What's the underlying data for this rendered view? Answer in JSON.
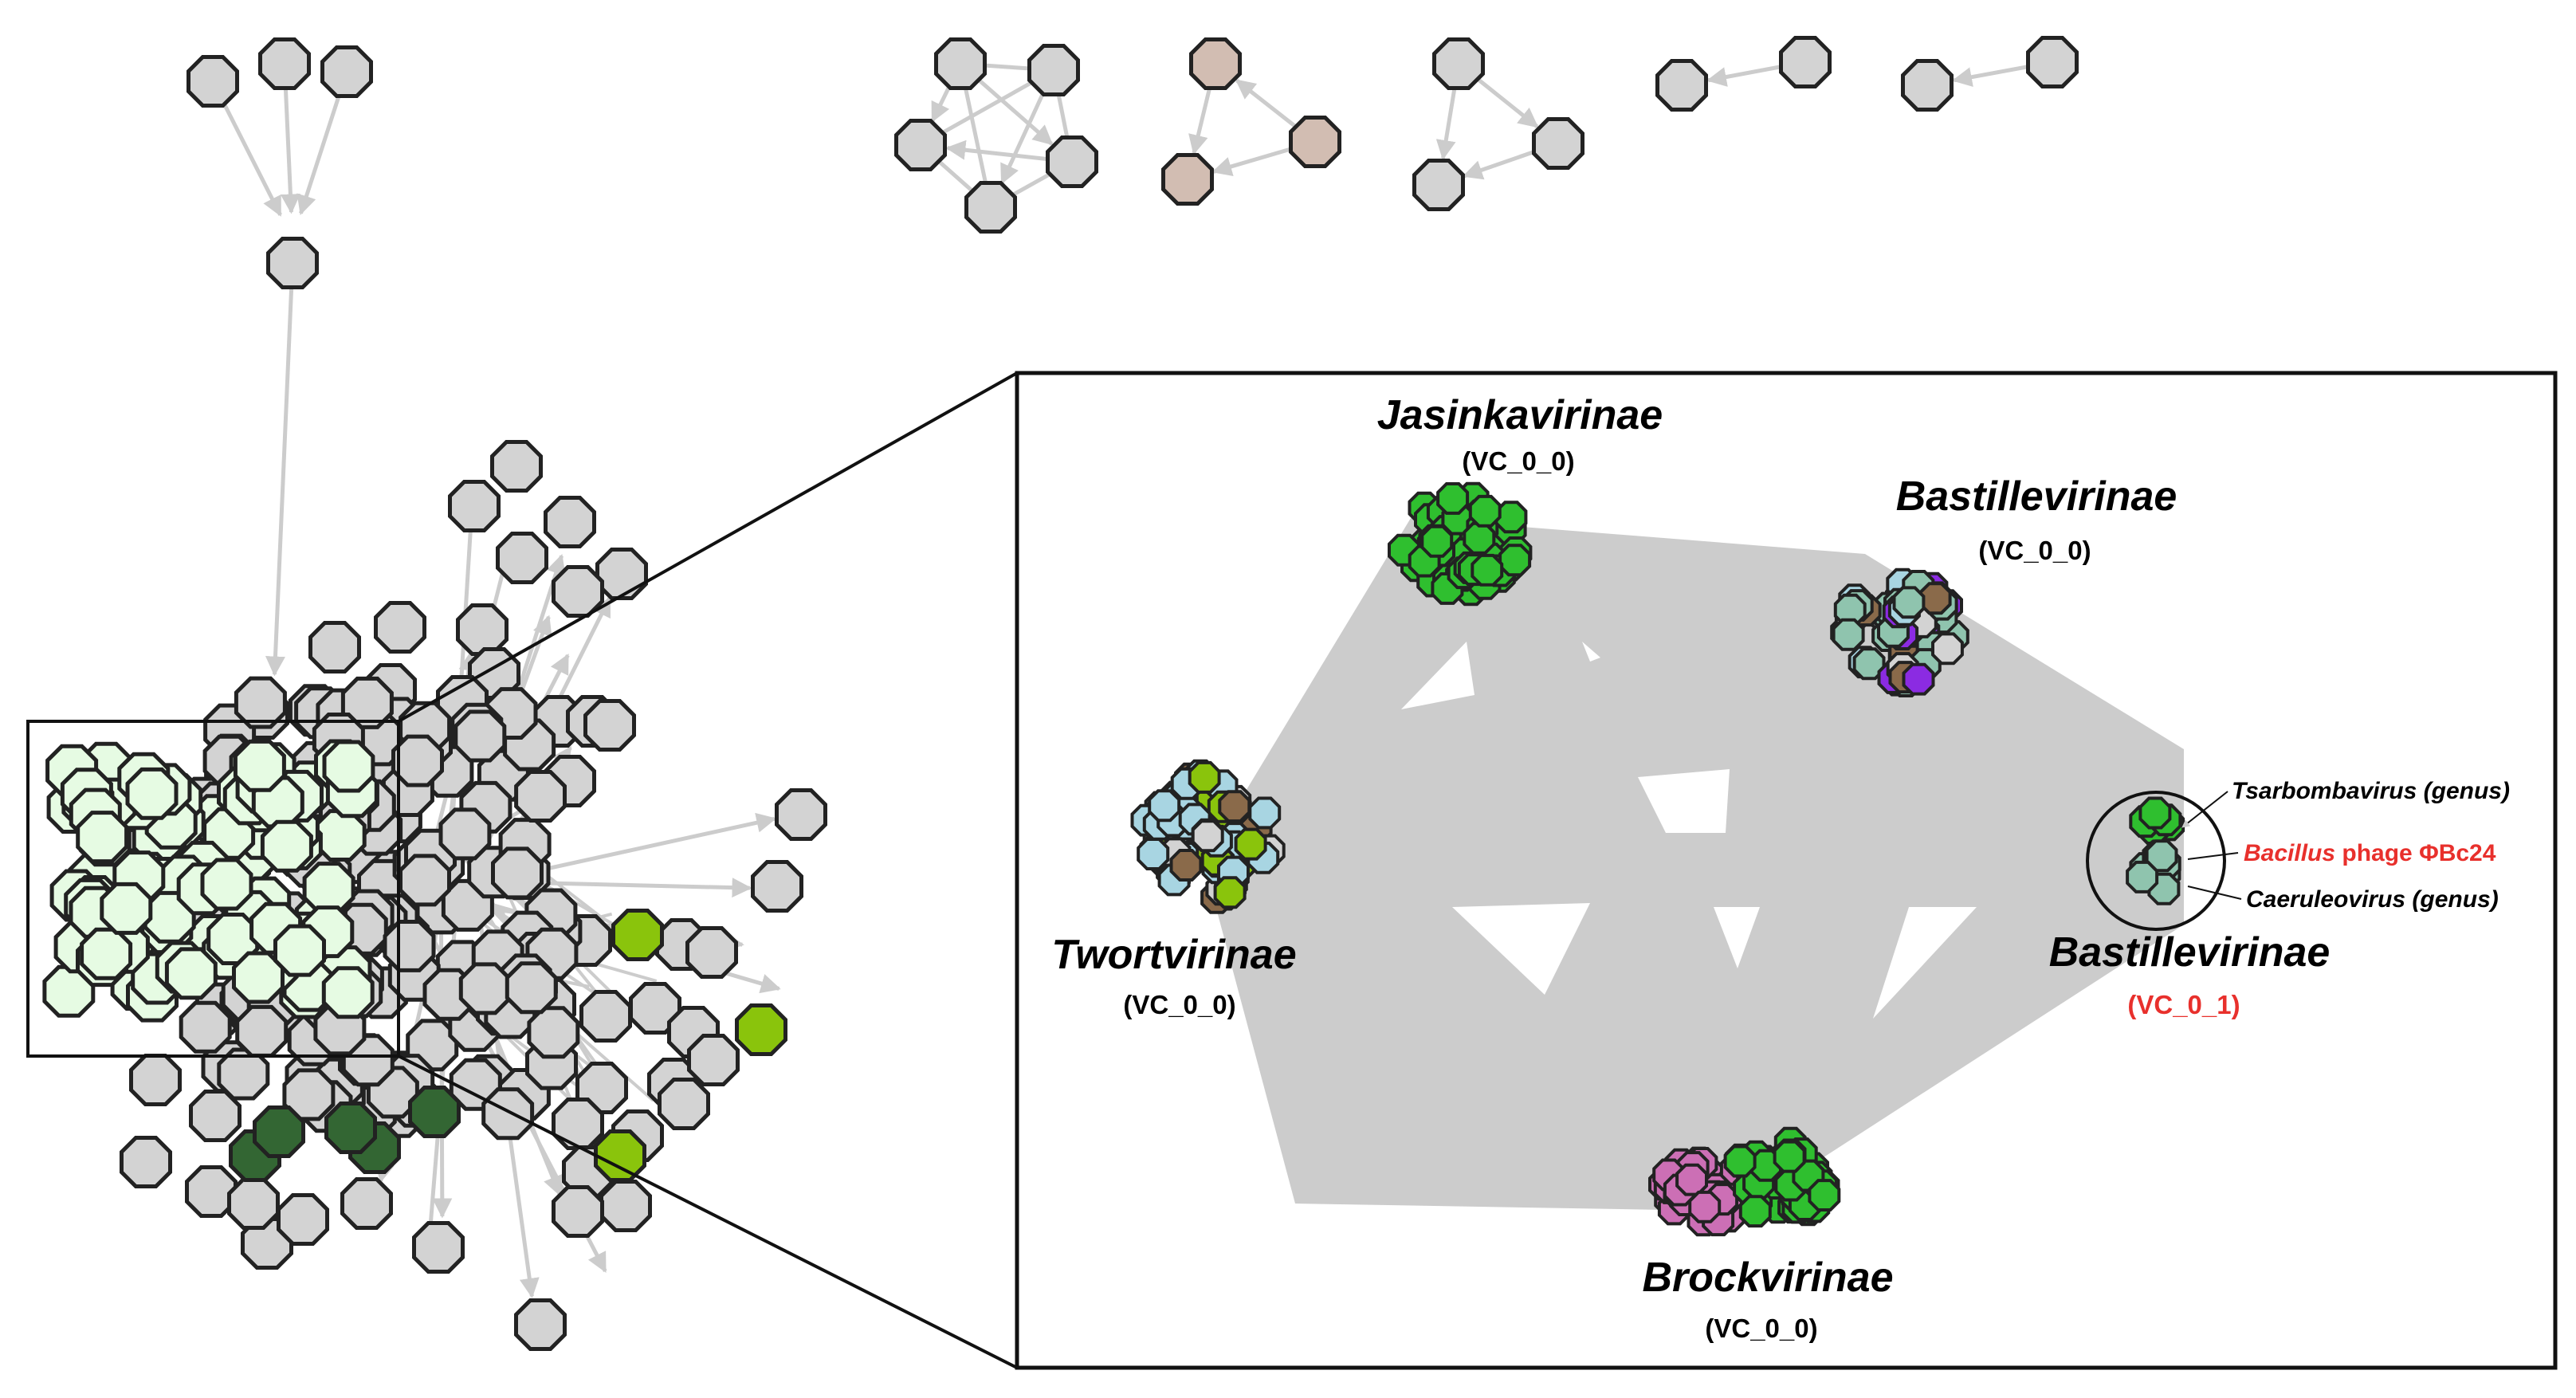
{
  "colors": {
    "edge": "#cccccc",
    "node_gray": "#d3d3d3",
    "node_light_green": "#e6fbe3",
    "node_dark_green": "#336633",
    "node_lime": "#8ac40c",
    "node_tan": "#d2bdb2",
    "node_green": "#2fbf2f",
    "node_light_blue": "#a8d5e2",
    "node_pink": "#cc6fb5",
    "node_teal": "#8fc4ae",
    "node_brown": "#8a6a4a",
    "node_purple": "#8b2be2",
    "stroke": "#222222",
    "red_text": "#e8302c"
  },
  "inset": {
    "clusters": [
      {
        "name": "Jasinkavirinae",
        "vc": "(VC_0_0)"
      },
      {
        "name": "Bastillevirinae",
        "vc": "(VC_0_0)"
      },
      {
        "name": "Twortvirinae",
        "vc": "(VC_0_0)"
      },
      {
        "name": "Bastillevirinae",
        "vc": "(VC_0_1)"
      },
      {
        "name": "Brockvirinae",
        "vc": "(VC_0_0)"
      }
    ],
    "annotations": {
      "tsarbombavirus": "Tsarbombavirus (genus)",
      "phage_genus": "Bacillus",
      "phage_rest": " phage ΦBc24",
      "caeruleovirus": "Caeruleovirus (genus)"
    }
  }
}
